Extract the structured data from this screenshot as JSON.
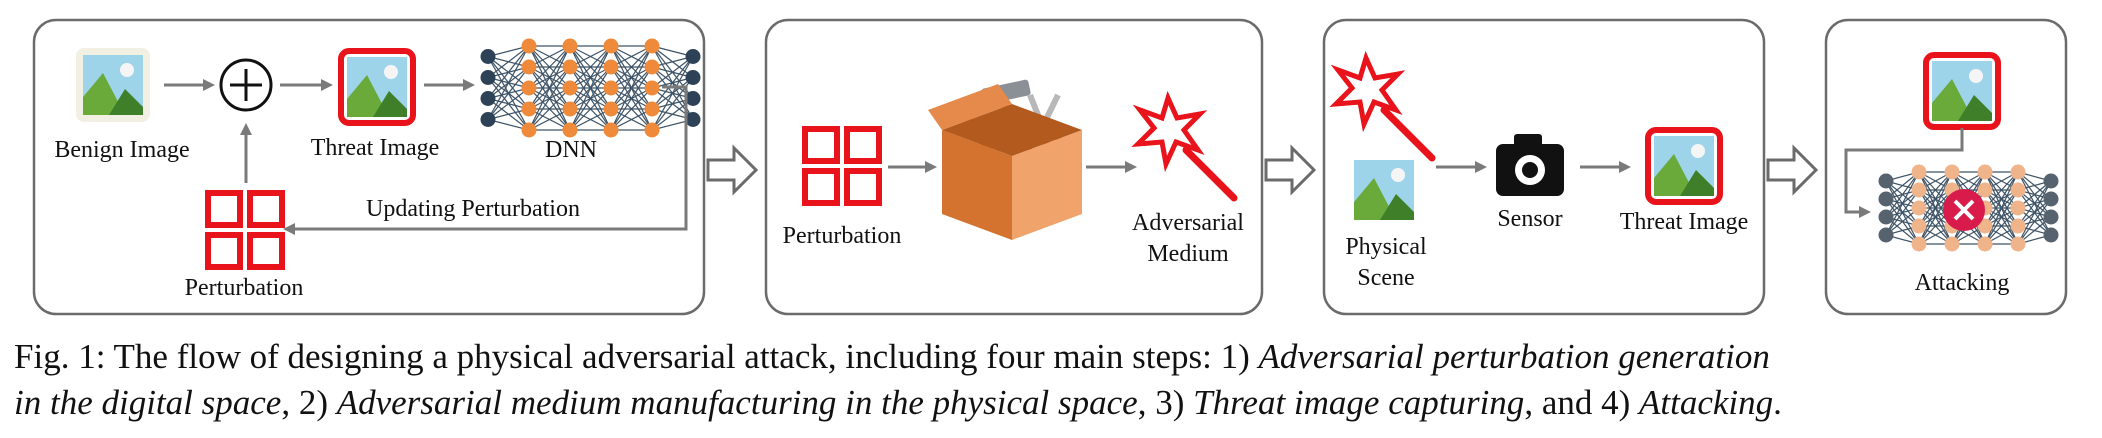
{
  "panels": {
    "step1": {
      "benign_image": "Benign Image",
      "threat_image": "Threat Image",
      "dnn": "DNN",
      "updating": "Updating Perturbation",
      "perturbation": "Perturbation"
    },
    "step2": {
      "perturbation": "Perturbation",
      "medium_line1": "Adversarial",
      "medium_line2": "Medium"
    },
    "step3": {
      "scene_line1": "Physical",
      "scene_line2": "Scene",
      "sensor": "Sensor",
      "threat_image": "Threat Image"
    },
    "step4": {
      "attacking": "Attacking"
    }
  },
  "caption": {
    "prefix": "Fig. 1: The flow of designing a physical adversarial attack, including four main steps: 1) ",
    "step1": "Adversarial perturbation generation in the digital space",
    "sep1": ", 2) ",
    "step2": "Adversarial medium manufacturing in the physical space",
    "sep2": ", 3) ",
    "step3": "Threat image capturing",
    "sep3": ", and 4) ",
    "step4": "Attacking",
    "suffix": "."
  },
  "colors": {
    "accent_red": "#e8131b",
    "node_orange": "#ef8a3b",
    "node_navy": "#2d4256",
    "panel_border": "#6b6b6b",
    "arrow_gray": "#7a7a7a",
    "box_orange": "#d4732f"
  }
}
